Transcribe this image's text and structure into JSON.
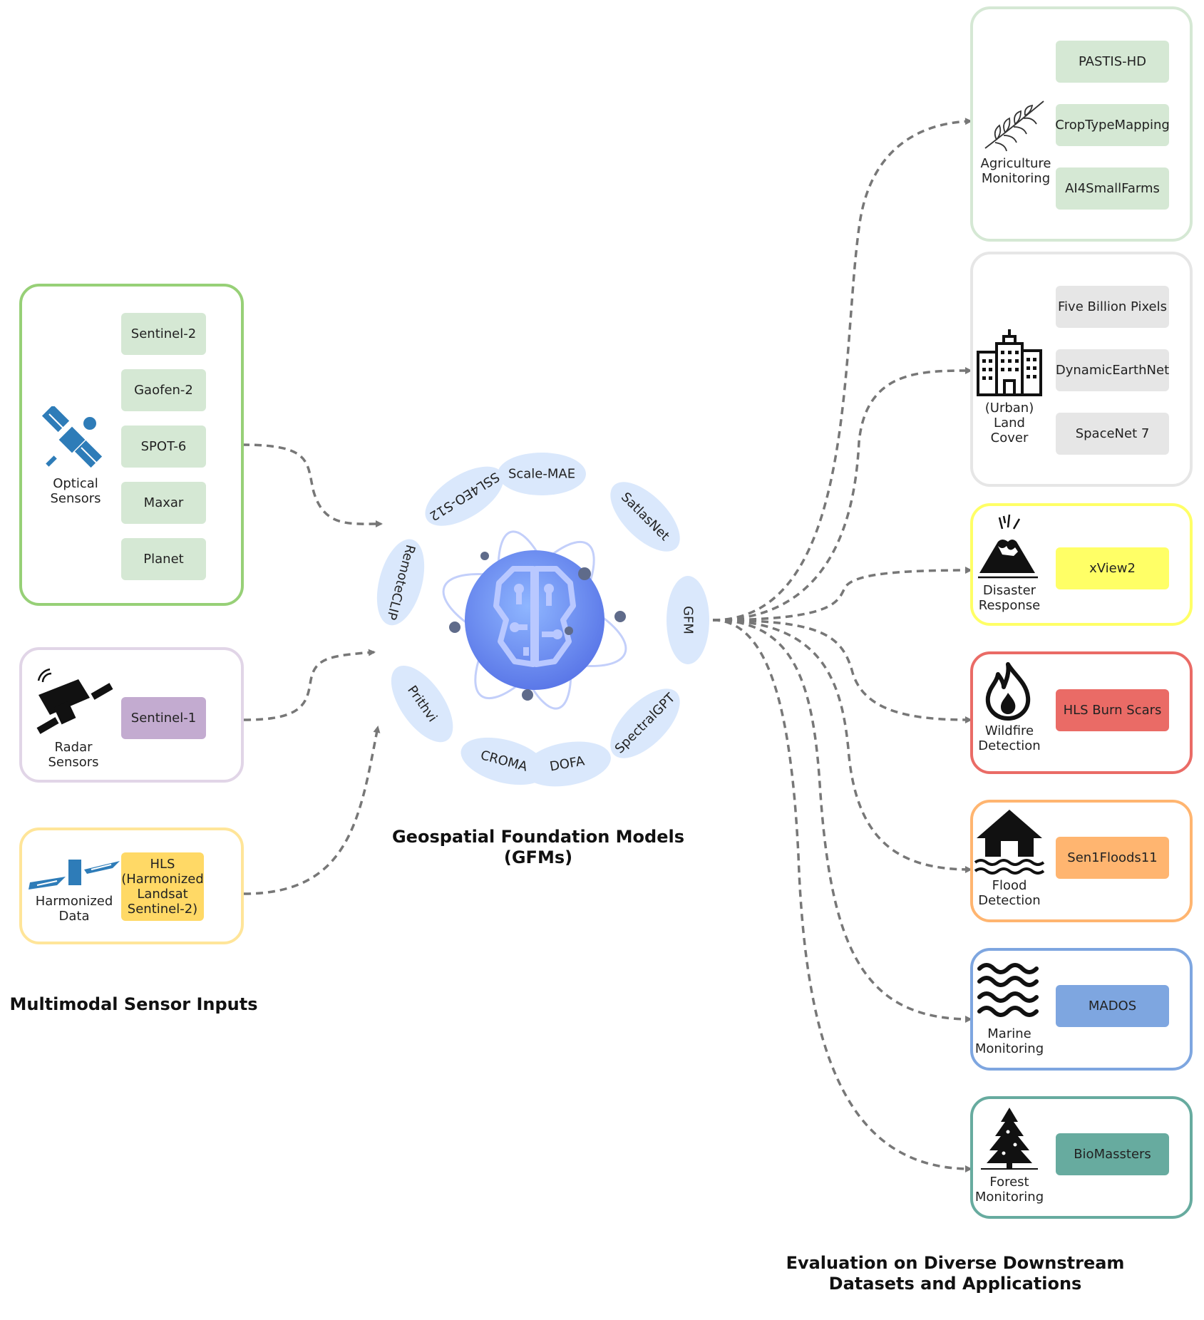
{
  "colors": {
    "optical_border": "#97d077",
    "optical_chip": "#d5e8d4",
    "radar_border": "#e1d5e7",
    "radar_chip": "#c3abd0",
    "harmonized_border": "#ffe599",
    "harmonized_chip": "#ffd966",
    "agri_border": "#d5e8d4",
    "agri_chip": "#d5e8d4",
    "urban_border": "#e6e6e6",
    "urban_chip": "#e6e6e6",
    "disaster_border": "#ffff66",
    "disaster_chip": "#ffff66",
    "wildfire_border": "#ea6b66",
    "wildfire_chip": "#ea6b66",
    "flood_border": "#ffb570",
    "flood_chip": "#ffb570",
    "marine_border": "#7ea6e0",
    "marine_chip": "#7ea6e0",
    "forest_border": "#67ab9f",
    "forest_chip": "#67ab9f",
    "model_ellipse": "#dae8fc",
    "arrow": "#777777"
  },
  "inputs": {
    "optical": {
      "icon": "satellite-icon",
      "label": "Optical\nSensors",
      "chips": [
        "Sentinel-2",
        "Gaofen-2",
        "SPOT-6",
        "Maxar",
        "Planet"
      ]
    },
    "radar": {
      "icon": "radar-satellite-icon",
      "label": "Radar\nSensors",
      "chips": [
        "Sentinel-1"
      ]
    },
    "harmonized": {
      "icon": "harmonized-data-icon",
      "label": "Harmonized\nData",
      "chips": [
        "HLS\n(Harmonized\nLandsat\nSentinel-2)"
      ]
    },
    "title": "Multimodal Sensor Inputs"
  },
  "gfm": {
    "center_icon": "ai-brain-globe-icon",
    "models": [
      "Scale-MAE",
      "SatlasNet",
      "GFM",
      "SpectralGPT",
      "DOFA",
      "CROMA",
      "Prithvi",
      "RemoteCLIP",
      "SSL4EO-S12"
    ],
    "title": "Geospatial Foundation Models\n(GFMs)"
  },
  "applications": {
    "agriculture": {
      "icon": "plant-icon",
      "label": "Agriculture\nMonitoring",
      "chips": [
        "PASTIS-HD",
        "CropTypeMapping",
        "AI4SmallFarms"
      ]
    },
    "urban": {
      "icon": "buildings-icon",
      "label": "(Urban)\nLand\nCover",
      "chips": [
        "Five Billion Pixels",
        "DynamicEarthNet",
        "SpaceNet 7"
      ]
    },
    "disaster": {
      "icon": "volcano-icon",
      "label": "Disaster\nResponse",
      "chips": [
        "xView2"
      ]
    },
    "wildfire": {
      "icon": "fire-icon",
      "label": "Wildfire\nDetection",
      "chips": [
        "HLS Burn Scars"
      ]
    },
    "flood": {
      "icon": "flooded-house-icon",
      "label": "Flood\nDetection",
      "chips": [
        "Sen1Floods11"
      ]
    },
    "marine": {
      "icon": "waves-icon",
      "label": "Marine\nMonitoring",
      "chips": [
        "MADOS"
      ]
    },
    "forest": {
      "icon": "tree-icon",
      "label": "Forest\nMonitoring",
      "chips": [
        "BioMassters"
      ]
    },
    "title": "Evaluation on Diverse Downstream\nDatasets and Applications"
  }
}
